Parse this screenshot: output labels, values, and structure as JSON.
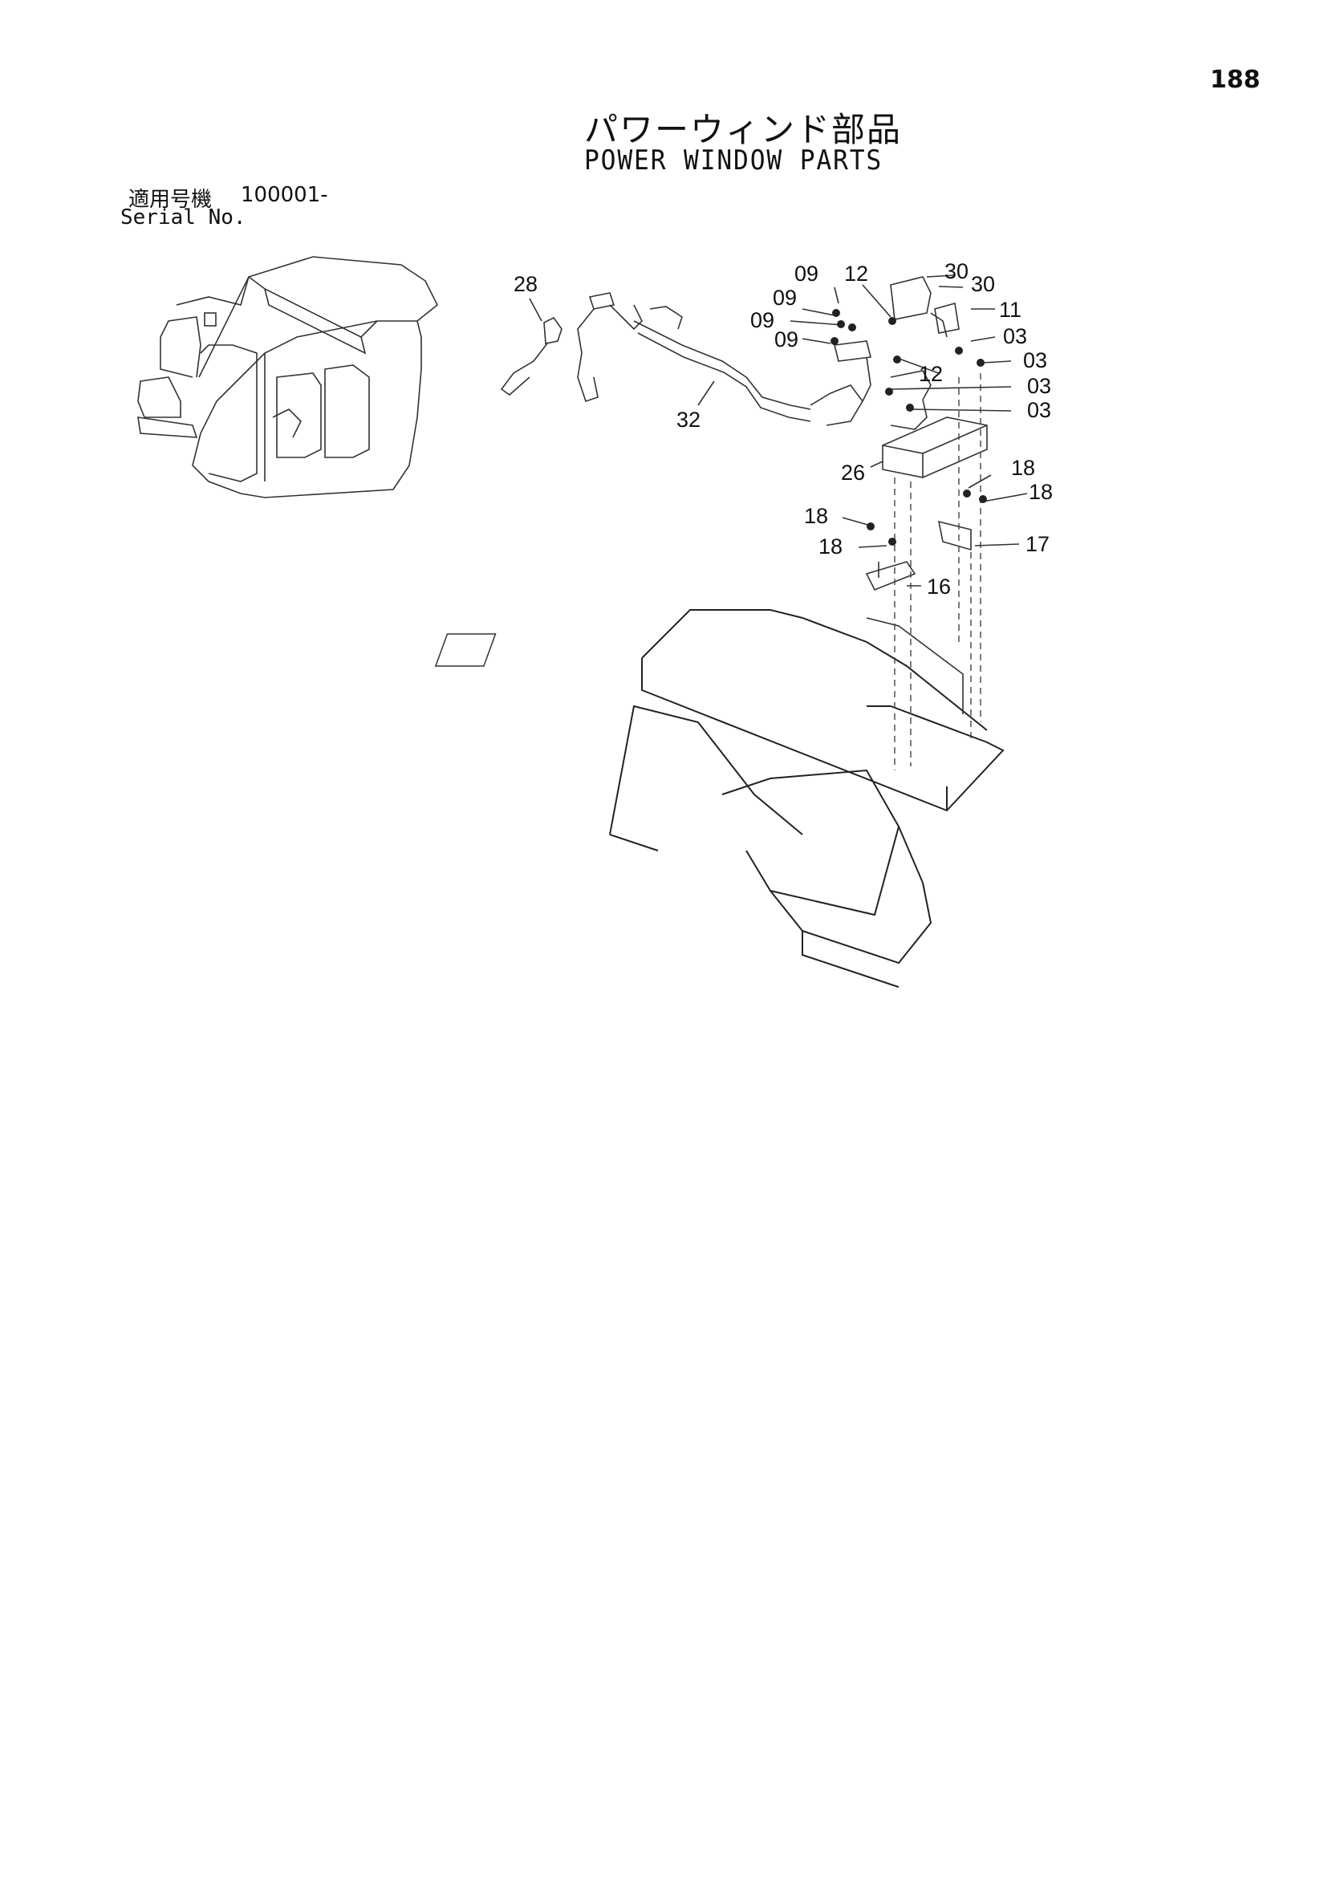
{
  "page_number": "188",
  "title_jp": "パワーウィンド部品",
  "title_en": "POWER WINDOW PARTS",
  "serial": {
    "label_jp": "適用号機",
    "value": "100001-",
    "label_en": "Serial No."
  },
  "callouts": [
    "28",
    "32",
    "09",
    "09",
    "09",
    "09",
    "12",
    "12",
    "30",
    "30",
    "11",
    "03",
    "03",
    "03",
    "03",
    "26",
    "18",
    "18",
    "18",
    "18",
    "17",
    "16"
  ]
}
